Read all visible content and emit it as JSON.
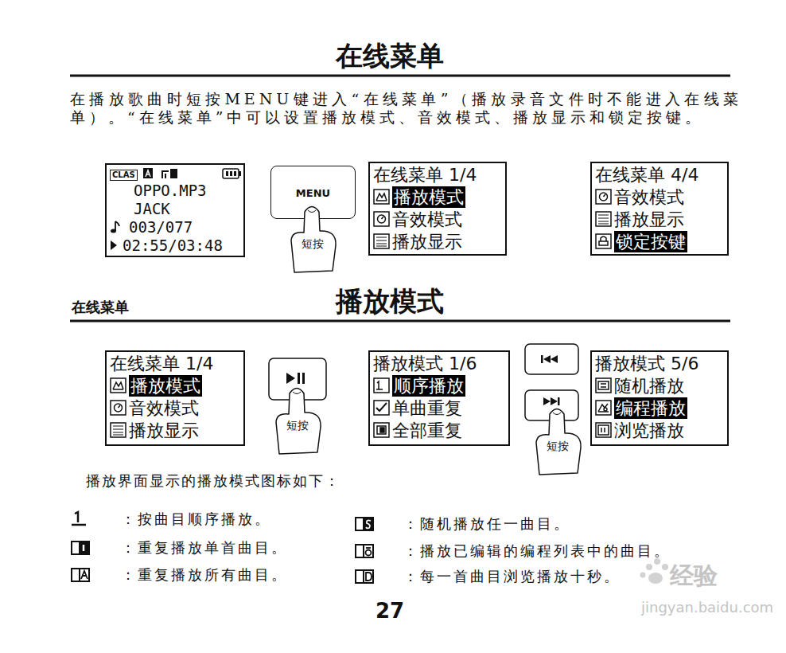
{
  "diagram": {
    "title": "在线菜单",
    "nodes": [
      {
        "text": [
          "CLAS",
          "OPPO.MP3",
          "JACK",
          "003/077",
          "02:55/03:48"
        ]
      },
      {
        "text": [
          "MENU"
        ]
      },
      {
        "text": [
          "在线菜单 1/4",
          "播放模式",
          "音效模式",
          "播放显示"
        ]
      },
      {
        "text": [
          "在线菜单 4/4",
          "音效模式",
          "播放显示",
          "锁定按键"
        ]
      },
      {
        "text": [
          "在线菜单 1/4",
          "播放模式",
          "音效模式",
          "播放显示"
        ]
      },
      {
        "text": [
          "播放模式 1/6",
          "顺序播放",
          "单曲重复",
          "全部重复"
        ]
      },
      {
        "text": [
          "播放模式 5/6",
          "随机播放",
          "编程播放",
          "浏览播放"
        ]
      }
    ],
    "labels": [
      "在播放歌曲时短按MENU键进入“在线菜单”（播放录音文件时不能进入在线菜单）。“在线菜单”中可以设置播放模式、音效模式、播放显示和锁定按键。",
      "短按",
      "在线菜单",
      "播放模式",
      "短按",
      "短按",
      "播放界面显示的播放模式图标如下：",
      "27",
      "经验",
      "jingyan.baidu.com"
    ],
    "legend": [
      {
        "text": "：按曲目顺序播放。"
      },
      {
        "text": "：重复播放单首曲目。"
      },
      {
        "text": "：重复播放所有曲目。"
      },
      {
        "text": "：随机播放任一曲目。"
      },
      {
        "text": "：播放已编辑的编程列表中的曲目。"
      },
      {
        "text": "：每一首曲目浏览播放十秒。"
      }
    ]
  }
}
